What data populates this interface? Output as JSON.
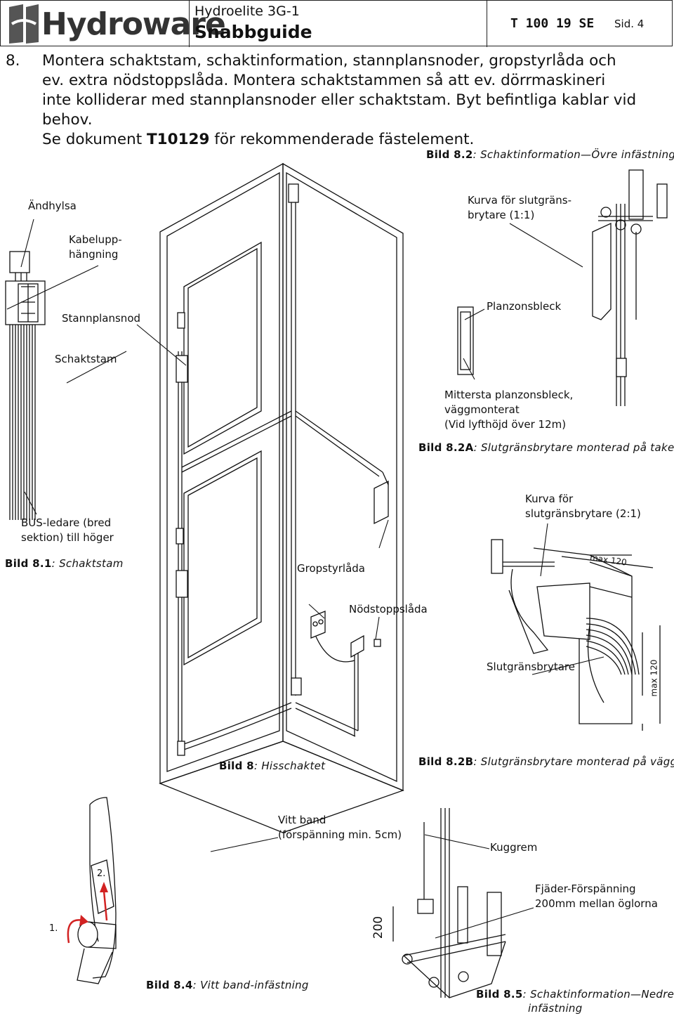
{
  "header": {
    "logo": "Hydroware",
    "product": "Hydroelite 3G-1",
    "doc_type": "Snabbguide",
    "doc_number": "T 100 19 SE",
    "page": "Sid. 4"
  },
  "step": {
    "number": "8.",
    "line1": "Montera schaktstam, schaktinformation, stannplansnoder, gropstyrlåda och",
    "line2": "ev. extra nödstoppslåda. Montera schaktstammen så att ev. dörrmaskineri",
    "line3": "inte kolliderar med stannplansnoder eller schaktstam. Byt befintliga kablar vid",
    "line4": "behov.",
    "ref_prefix": "Se dokument ",
    "ref_doc": "T10129",
    "ref_suffix": " för rekommenderade fästelement."
  },
  "captions": {
    "c82_num": "Bild 8.2",
    "c82_text": ": Schaktinformation—Övre infästning",
    "c82a_num": "Bild 8.2A",
    "c82a_text": ": Slutgränsbrytare monterad på taket",
    "c81_num": "Bild 8.1",
    "c81_text": ": Schaktstam",
    "c8_num": "Bild 8",
    "c8_text": ": Hisschaktet",
    "c82b_num": "Bild 8.2B",
    "c82b_text": ": Slutgränsbrytare monterad på vägg",
    "c84_num": "Bild 8.4",
    "c84_text": ": Vitt band-infästning",
    "c85_num": "Bild 8.5",
    "c85_text_1": ": Schaktinformation—Nedre",
    "c85_text_2": "infästning"
  },
  "labels": {
    "andhylsa": "Ändhylsa",
    "kabelupp_1": "Kabelupp-",
    "kabelupp_2": "hängning",
    "stannplansnod": "Stannplansnod",
    "schaktstam": "Schaktstam",
    "bus_1": "BUS-ledare (bred",
    "bus_2": "sektion) till höger",
    "kurva11_1": "Kurva för slutgräns-",
    "kurva11_2": "brytare (1:1)",
    "planzonsbleck": "Planzonsbleck",
    "mittersta_1": "Mittersta planzonsbleck,",
    "mittersta_2": "väggmonterat",
    "mittersta_3": "(Vid lyfthöjd över 12m)",
    "kurva21_1": "Kurva för",
    "kurva21_2": "slutgränsbrytare (2:1)",
    "max120_a": "max 120",
    "max120_b": "max 120",
    "gropstyrlada": "Gropstyrlåda",
    "nodstoppslada": "Nödstoppslåda",
    "slutgransbrytare": "Slutgränsbrytare",
    "vitt_band_1": "Vitt band",
    "vitt_band_2": "(förspänning min. 5cm)",
    "kuggrem": "Kuggrem",
    "fjader_1": "Fjäder-Förspänning",
    "fjader_2": "200mm mellan öglorna",
    "step1": "1.",
    "step2": "2.",
    "dim200": "200"
  },
  "colors": {
    "arrow": "#d22222",
    "line": "#111111"
  }
}
